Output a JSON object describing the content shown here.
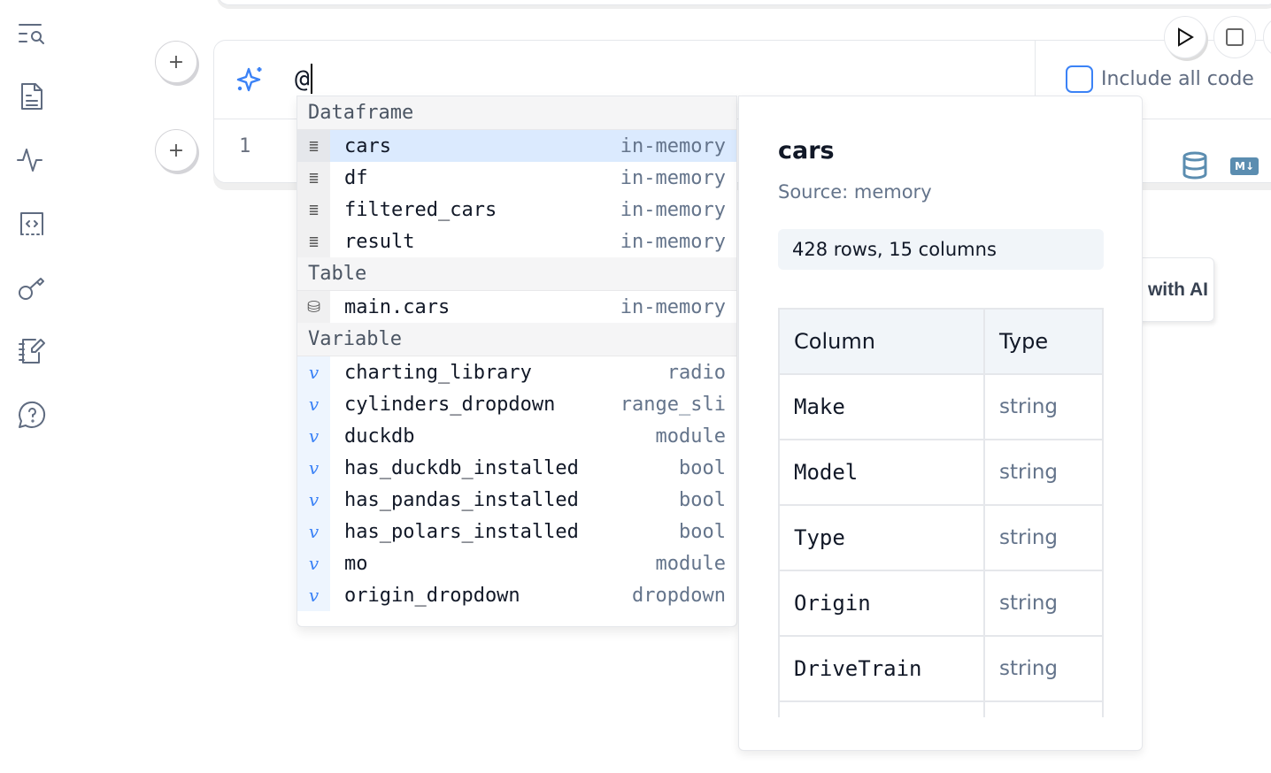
{
  "sidebar": {
    "items": [
      {
        "icon": "outline-search-icon"
      },
      {
        "icon": "document-icon"
      },
      {
        "icon": "activity-icon"
      },
      {
        "icon": "code-snippet-icon"
      },
      {
        "icon": "key-icon"
      },
      {
        "icon": "notebook-pen-icon"
      },
      {
        "icon": "help-chat-icon"
      }
    ]
  },
  "cell": {
    "prompt_value": "@",
    "line_number": "1",
    "include_all_code": "Include all code",
    "include_all_code_checked": false,
    "ai_button": "with AI"
  },
  "accent": "#3b82f6",
  "autocomplete": {
    "groups": [
      {
        "label": "Dataframe",
        "items": [
          {
            "name": "cars",
            "type": "in-memory",
            "selected": true
          },
          {
            "name": "df",
            "type": "in-memory"
          },
          {
            "name": "filtered_cars",
            "type": "in-memory"
          },
          {
            "name": "result",
            "type": "in-memory"
          }
        ]
      },
      {
        "label": "Table",
        "items": [
          {
            "name": "main.cars",
            "type": "in-memory"
          }
        ]
      },
      {
        "label": "Variable",
        "items": [
          {
            "name": "charting_library",
            "type": "radio"
          },
          {
            "name": "cylinders_dropdown",
            "type": "range_sli"
          },
          {
            "name": "duckdb",
            "type": "module"
          },
          {
            "name": "has_duckdb_installed",
            "type": "bool"
          },
          {
            "name": "has_pandas_installed",
            "type": "bool"
          },
          {
            "name": "has_polars_installed",
            "type": "bool"
          },
          {
            "name": "mo",
            "type": "module"
          },
          {
            "name": "origin_dropdown",
            "type": "dropdown"
          }
        ]
      }
    ]
  },
  "details": {
    "title": "cars",
    "source": "Source: memory",
    "summary": "428 rows, 15 columns",
    "headers": [
      "Column",
      "Type"
    ],
    "rows": [
      [
        "Make",
        "string"
      ],
      [
        "Model",
        "string"
      ],
      [
        "Type",
        "string"
      ],
      [
        "Origin",
        "string"
      ],
      [
        "DriveTrain",
        "string"
      ]
    ]
  }
}
